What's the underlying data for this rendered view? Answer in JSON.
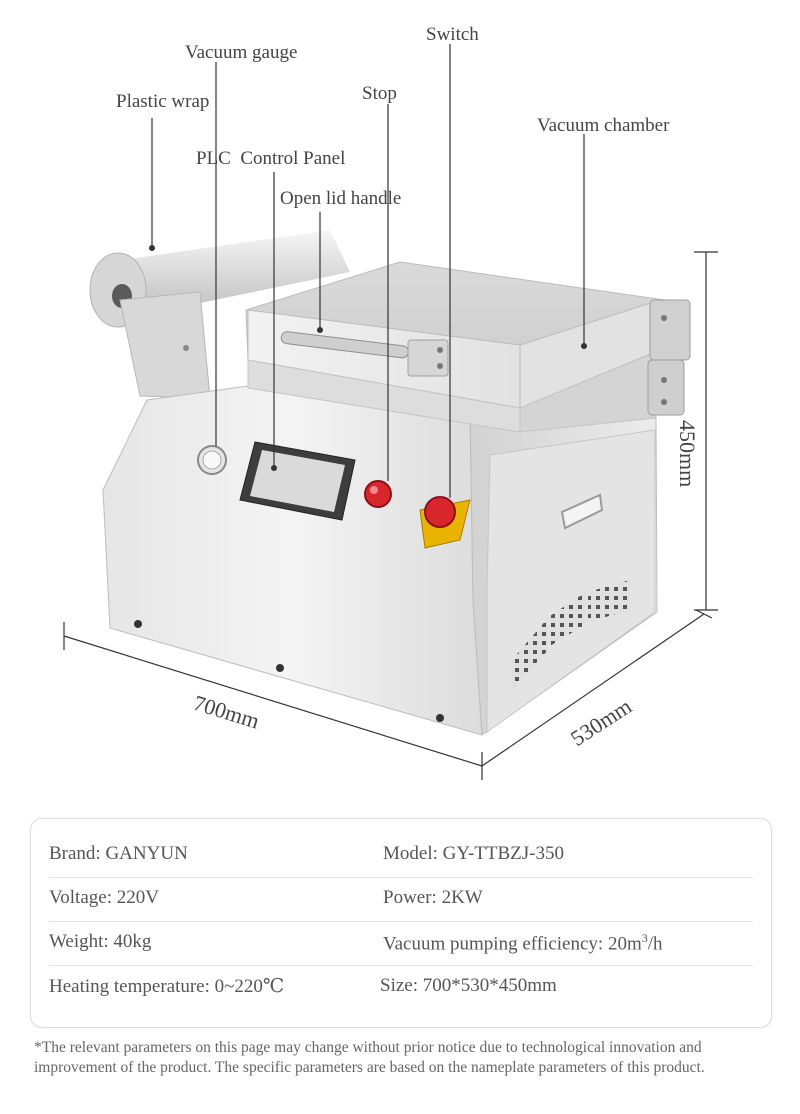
{
  "callouts": {
    "vacuum_gauge": "Vacuum gauge",
    "switch": "Switch",
    "plastic_wrap": "Plastic wrap",
    "stop": "Stop",
    "vacuum_chamber": "Vacuum chamber",
    "plc_control_panel": "PLC  Control Panel",
    "open_lid_handle": "Open lid handle"
  },
  "dimensions": {
    "width": "700mm",
    "depth": "530mm",
    "height": "450mm"
  },
  "specs": {
    "rows": [
      {
        "left": "Brand: GANYUN",
        "right": "Model: GY-TTBZJ-350"
      },
      {
        "left": "Voltage: 220V",
        "right": "Power: 2KW"
      },
      {
        "left": "Weight: 40kg",
        "right_main": "Vacuum pumping efficiency: 20m",
        "right_sup": "3",
        "right_end": "/h"
      },
      {
        "left": "Heating temperature: 0~220℃",
        "right": "Size: 700*530*450mm"
      }
    ]
  },
  "footnote": "*The relevant parameters on this page may change without prior notice due to technological innovation and improvement of the product. The specific parameters are based on the nameplate parameters of this product.",
  "colors": {
    "stop_button": "#d9262c",
    "switch_base": "#e8b400",
    "steel_light": "#eeeeee",
    "steel_mid": "#cfcfcf"
  }
}
